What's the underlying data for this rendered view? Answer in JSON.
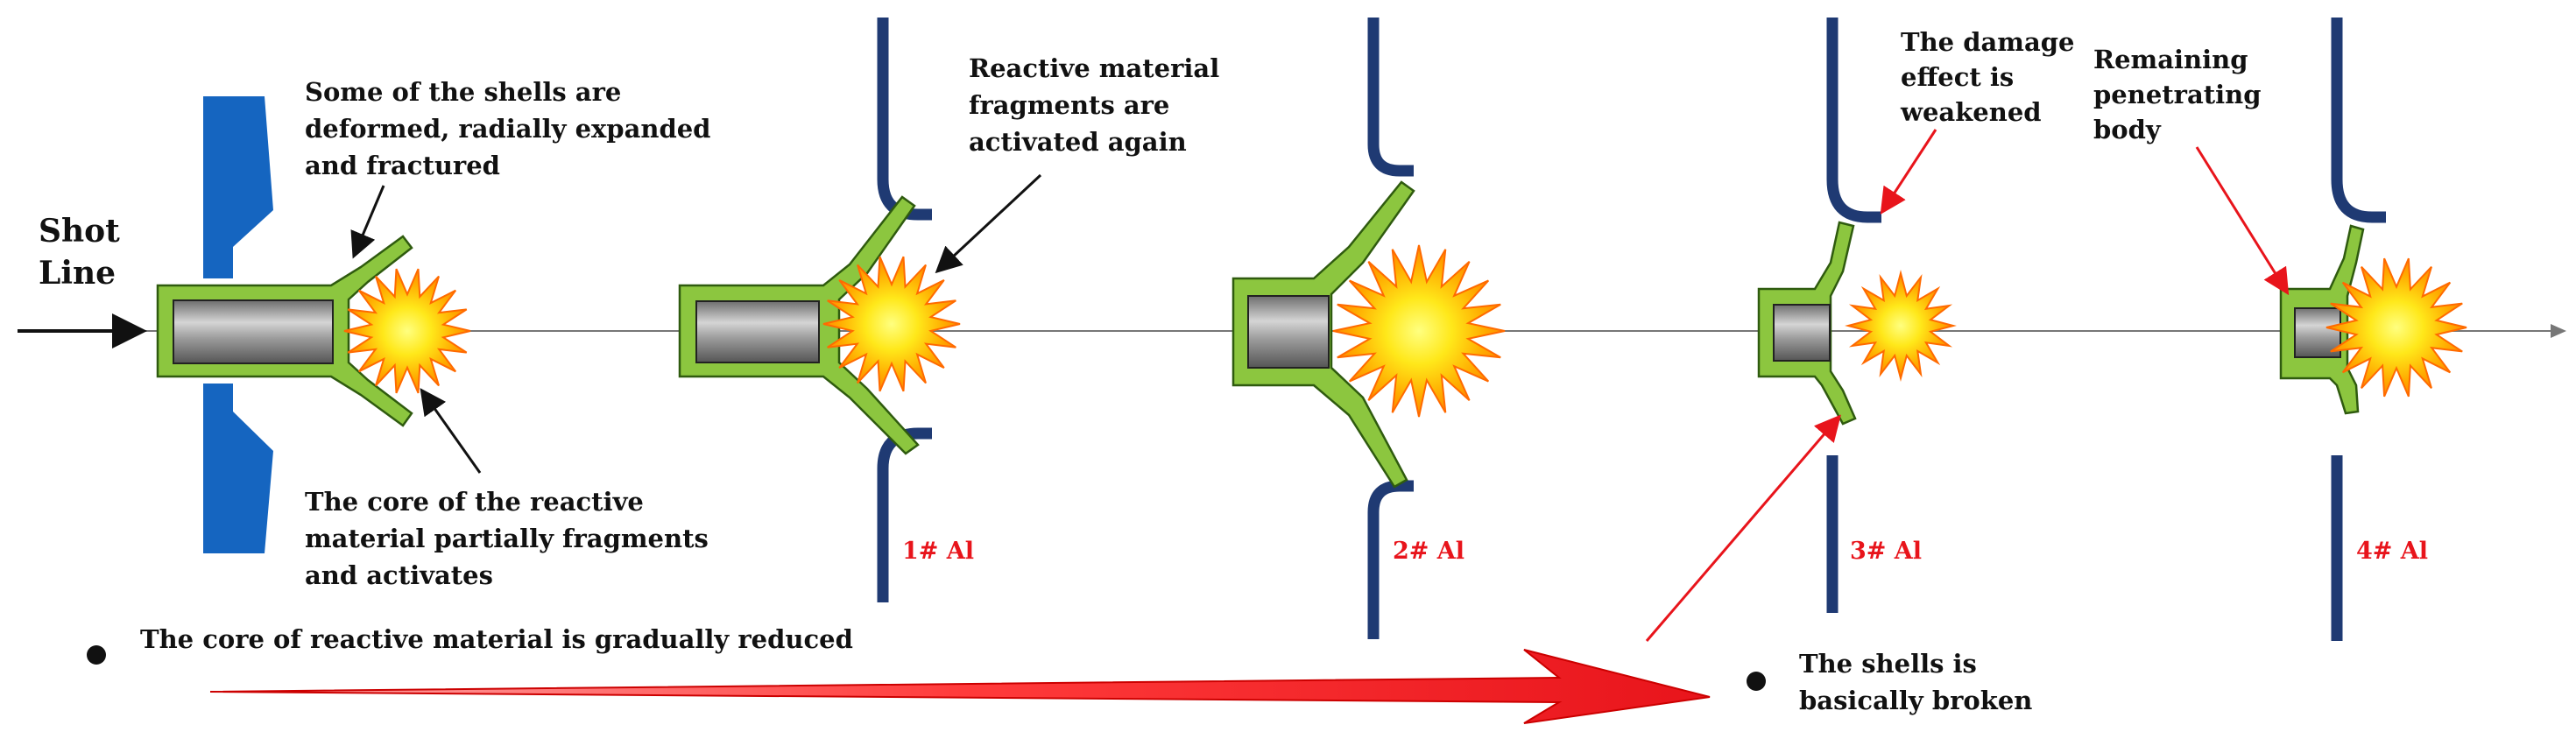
{
  "diagram": {
    "shot_line": [
      "Shot",
      "Line"
    ],
    "annotations": {
      "shells_deformed": [
        "Some of the shells are",
        "deformed, radially expanded",
        "and fractured"
      ],
      "core_fragments": [
        "The core of the reactive",
        "material partially fragments",
        "and activates"
      ],
      "reactivated": [
        "Reactive material",
        "fragments are",
        "activated again"
      ],
      "damage_weakened": [
        "The damage",
        "effect is",
        "weakened"
      ],
      "remaining_body": [
        "Remaining",
        "penetrating",
        "body"
      ],
      "core_reduced": "The core of reactive material is gradually reduced",
      "shells_broken": [
        "The shells is",
        "basically broken"
      ]
    },
    "plates": [
      "1# Al",
      "2# Al",
      "3# Al",
      "4# Al"
    ],
    "colors": {
      "plate_blue": "#1565c0",
      "plate_navy": "#1f3a73",
      "shell_green": "#8cc63f",
      "core_gray": "#8a8a8a",
      "arrow_red": "#e8141b",
      "label_red": "#e8141b",
      "explosion_orange": "#ff9d00",
      "explosion_yellow": "#fff23a"
    }
  }
}
